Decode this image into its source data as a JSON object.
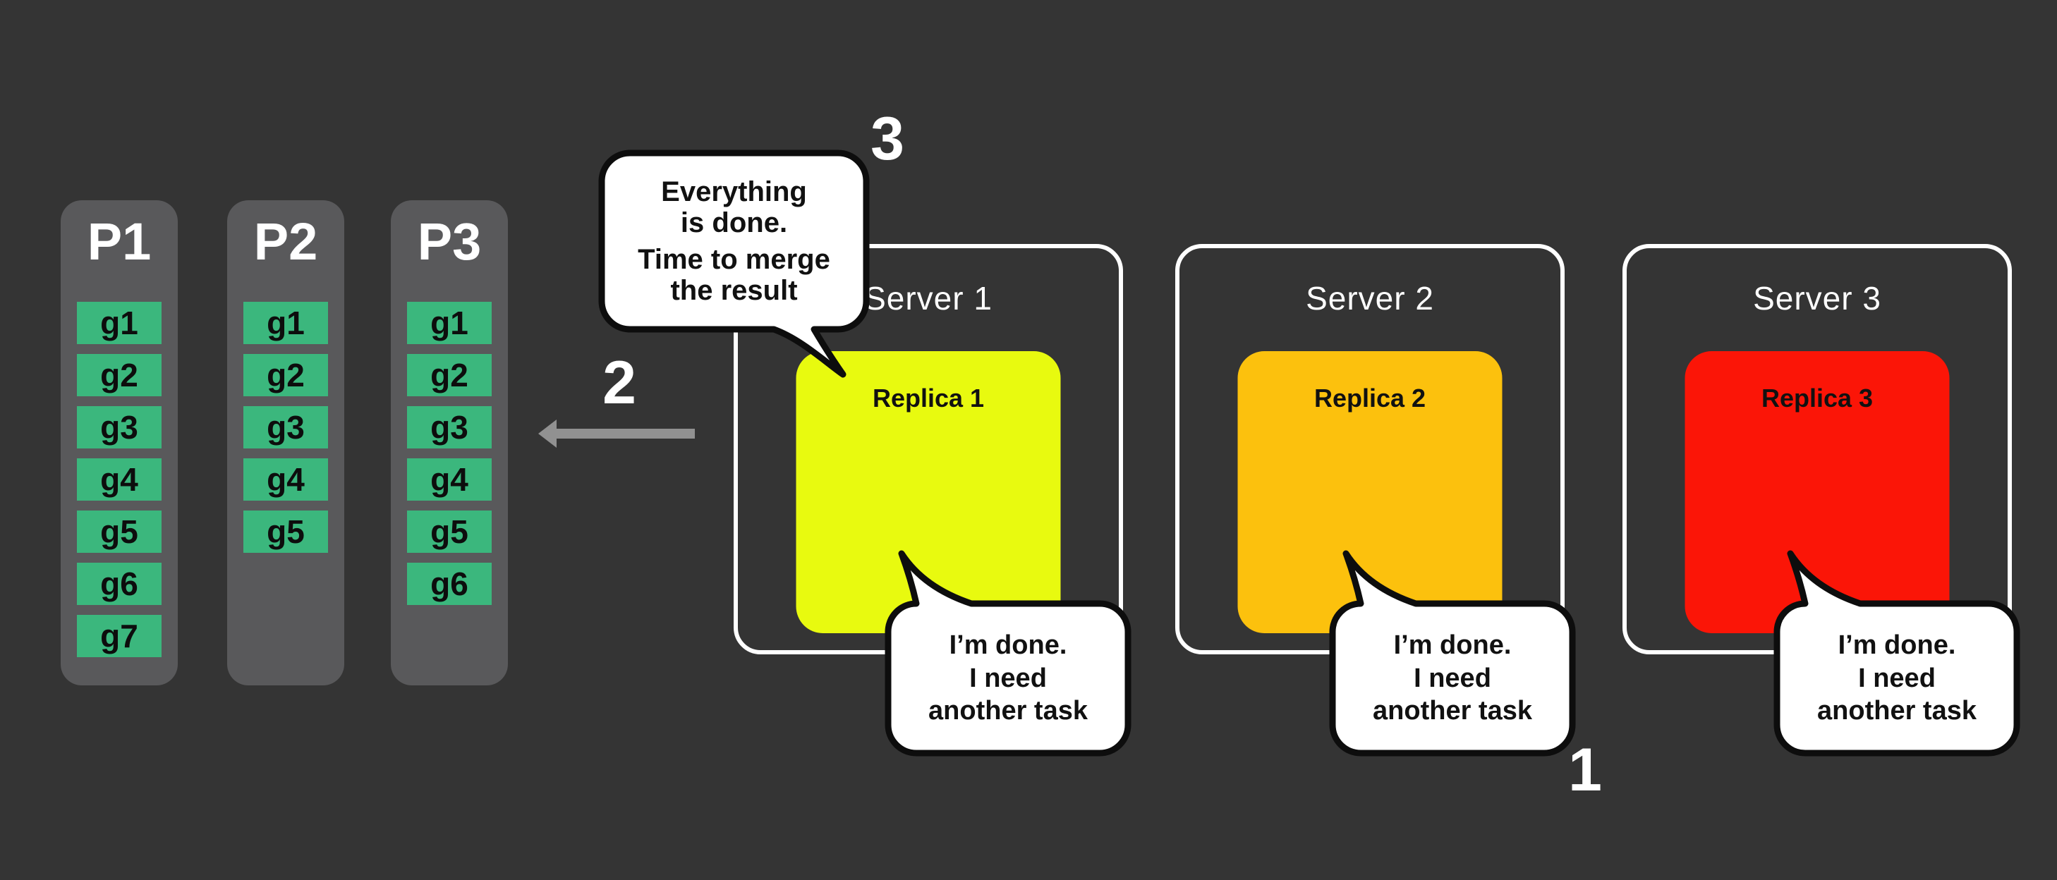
{
  "title": "Task scheduling across replicas diagram",
  "colors": {
    "background": "#343434",
    "partition_panel": "#59595B",
    "chip_green": "#3BB77D",
    "server_border": "#FFFFFF",
    "replica_yellow": "#E8FA0F",
    "replica_amber": "#FCC10D",
    "replica_red": "#FB1507",
    "bubble_fill": "#FFFFFF",
    "bubble_border": "#0D0D0D",
    "arrow_gray": "#919191",
    "text_light": "#FFFFFF",
    "text_dark": "#111111"
  },
  "partitions": [
    {
      "label": "P1",
      "chips": [
        "g1",
        "g2",
        "g3",
        "g4",
        "g5",
        "g6",
        "g7"
      ]
    },
    {
      "label": "P2",
      "chips": [
        "g1",
        "g2",
        "g3",
        "g4",
        "g5"
      ]
    },
    {
      "label": "P3",
      "chips": [
        "g1",
        "g2",
        "g3",
        "g4",
        "g5",
        "g6"
      ]
    }
  ],
  "servers": [
    {
      "label": "Server 1",
      "replica_label": "Replica 1",
      "replica_color": "#E8FA0F"
    },
    {
      "label": "Server 2",
      "replica_label": "Replica 2",
      "replica_color": "#FCC10D"
    },
    {
      "label": "Server 3",
      "replica_label": "Replica 3",
      "replica_color": "#FB1507"
    }
  ],
  "bubbles": {
    "merge": {
      "lines": [
        "Everything",
        "is done.",
        "Time to merge",
        "the result"
      ]
    },
    "done": {
      "lines": [
        "I’m done.",
        "I need",
        "another task"
      ]
    }
  },
  "steps": {
    "one": "1",
    "two": "2",
    "three": "3"
  }
}
